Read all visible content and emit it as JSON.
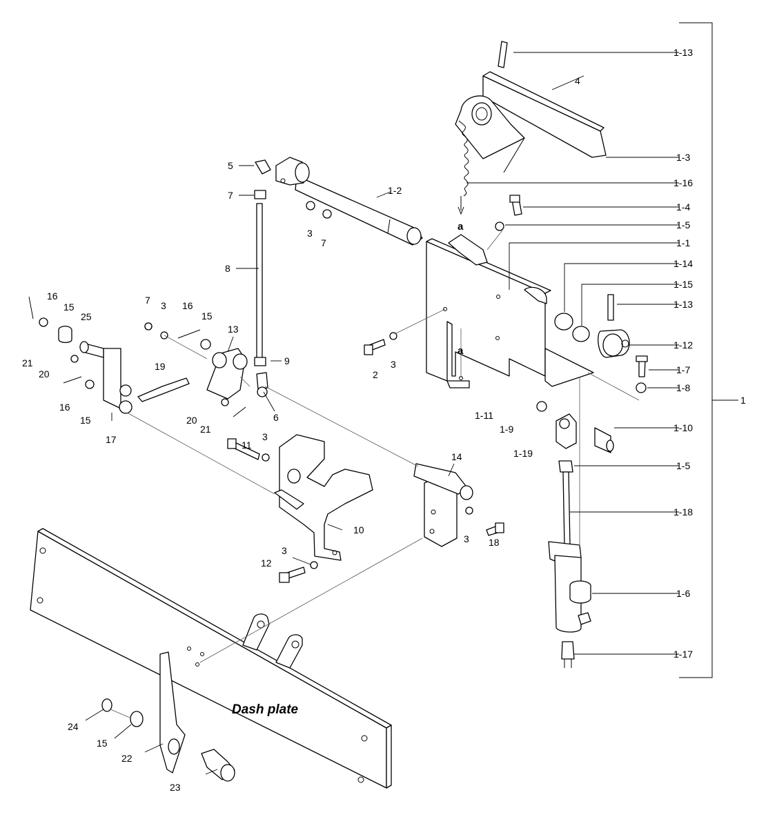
{
  "diagram": {
    "dash_plate_label": "Dash plate",
    "assembly_label": "1",
    "right_callouts": [
      "1-13",
      "1-3",
      "1-16",
      "1-4",
      "1-5",
      "1-1",
      "1-14",
      "1-15",
      "1-13",
      "1-12",
      "1-7",
      "1-8",
      "1-10",
      "1-5",
      "1-18",
      "1-6",
      "1-17"
    ],
    "mid_callouts": [
      "1-11",
      "1-9",
      "1-19"
    ],
    "part_labels": [
      "1-2",
      "4",
      "5",
      "7",
      "3",
      "7",
      "8",
      "a",
      "a",
      "2",
      "3",
      "7",
      "3",
      "16",
      "15",
      "13",
      "9",
      "6",
      "19",
      "20",
      "21",
      "16",
      "15",
      "25",
      "21",
      "20",
      "16",
      "15",
      "17",
      "11",
      "3",
      "14",
      "10",
      "3",
      "18",
      "12",
      "3",
      "24",
      "15",
      "22",
      "23"
    ]
  }
}
